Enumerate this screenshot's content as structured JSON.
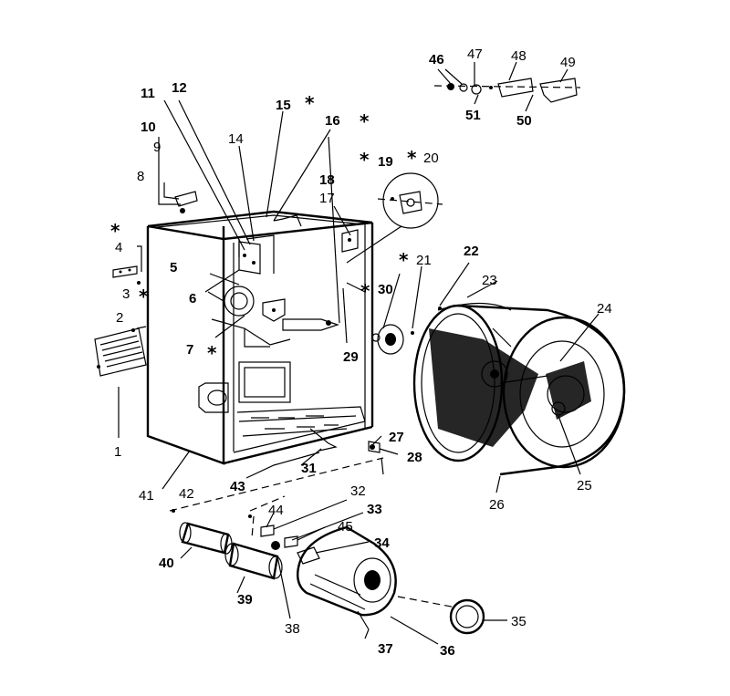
{
  "parts": [
    {
      "id": "p1",
      "text": "1"
    },
    {
      "id": "p2",
      "text": "2"
    },
    {
      "id": "p3",
      "text": "3"
    },
    {
      "id": "p4",
      "text": "4"
    },
    {
      "id": "p5",
      "text": "5"
    },
    {
      "id": "p6",
      "text": "6"
    },
    {
      "id": "p7",
      "text": "7"
    },
    {
      "id": "p8",
      "text": "8"
    },
    {
      "id": "p9",
      "text": "9"
    },
    {
      "id": "p10",
      "text": "10"
    },
    {
      "id": "p11",
      "text": "11"
    },
    {
      "id": "p12",
      "text": "12"
    },
    {
      "id": "p14",
      "text": "14"
    },
    {
      "id": "p15",
      "text": "15"
    },
    {
      "id": "p16",
      "text": "16"
    },
    {
      "id": "p17",
      "text": "17"
    },
    {
      "id": "p18",
      "text": "18"
    },
    {
      "id": "p19",
      "text": "19"
    },
    {
      "id": "p20",
      "text": "20"
    },
    {
      "id": "p21",
      "text": "21"
    },
    {
      "id": "p22",
      "text": "22"
    },
    {
      "id": "p23",
      "text": "23"
    },
    {
      "id": "p24",
      "text": "24"
    },
    {
      "id": "p25",
      "text": "25"
    },
    {
      "id": "p26",
      "text": "26"
    },
    {
      "id": "p27",
      "text": "27"
    },
    {
      "id": "p28",
      "text": "28"
    },
    {
      "id": "p29",
      "text": "29"
    },
    {
      "id": "p30",
      "text": "30"
    },
    {
      "id": "p31",
      "text": "31"
    },
    {
      "id": "p32",
      "text": "32"
    },
    {
      "id": "p33",
      "text": "33"
    },
    {
      "id": "p34",
      "text": "34"
    },
    {
      "id": "p35",
      "text": "35"
    },
    {
      "id": "p36",
      "text": "36"
    },
    {
      "id": "p37",
      "text": "37"
    },
    {
      "id": "p38",
      "text": "38"
    },
    {
      "id": "p39",
      "text": "39"
    },
    {
      "id": "p40",
      "text": "40"
    },
    {
      "id": "p41",
      "text": "41"
    },
    {
      "id": "p42",
      "text": "42"
    },
    {
      "id": "p43",
      "text": "43"
    },
    {
      "id": "p44",
      "text": "44"
    },
    {
      "id": "p45",
      "text": "45"
    },
    {
      "id": "p46",
      "text": "46"
    },
    {
      "id": "p47",
      "text": "47"
    },
    {
      "id": "p48",
      "text": "48"
    },
    {
      "id": "p49",
      "text": "49"
    },
    {
      "id": "p50",
      "text": "50"
    },
    {
      "id": "p51",
      "text": "51"
    }
  ],
  "footnote_marker": "*"
}
